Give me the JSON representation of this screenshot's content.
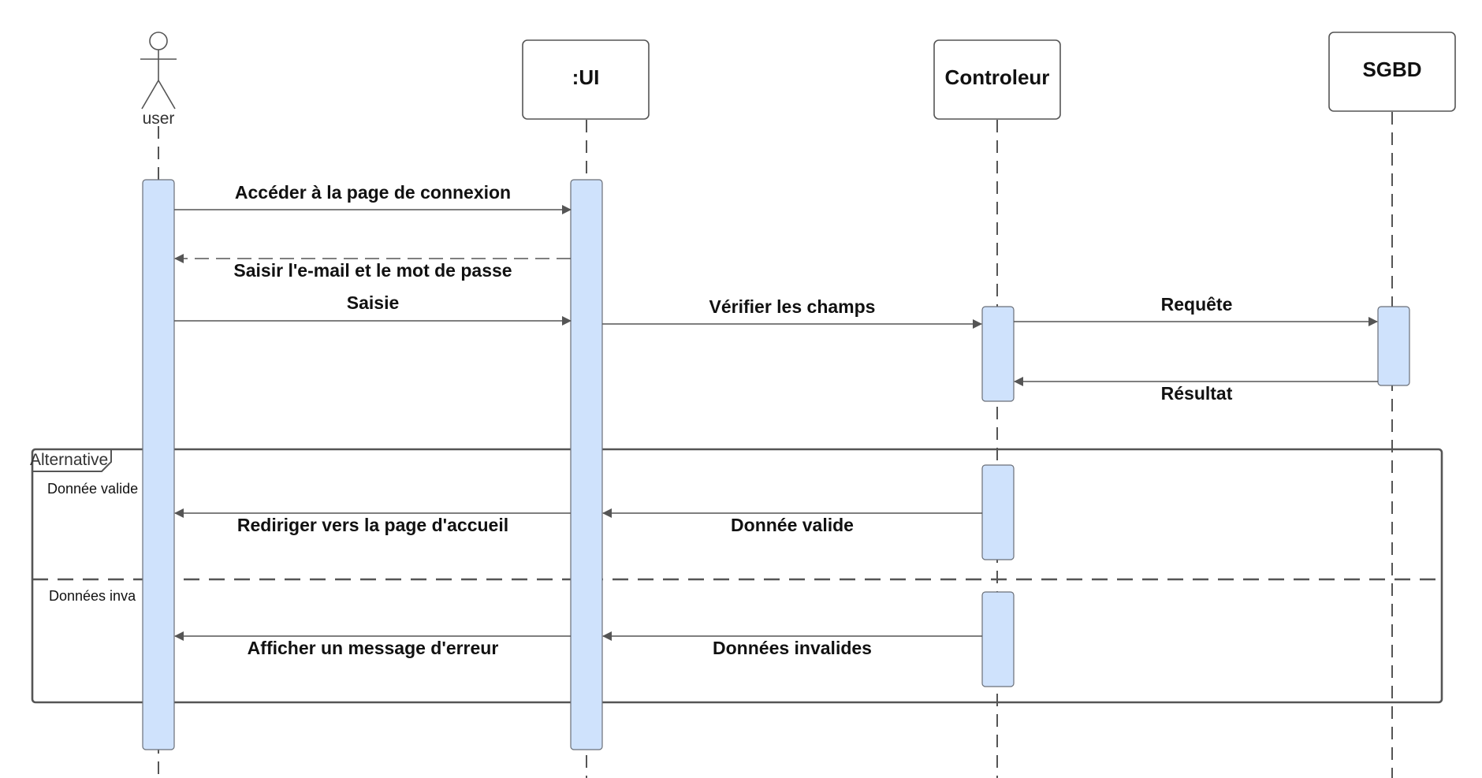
{
  "participants": {
    "user": {
      "label": "user",
      "kind": "actor"
    },
    "ui": {
      "label": ":UI"
    },
    "controller": {
      "label": "Controleur"
    },
    "dbms": {
      "label": "SGBD"
    }
  },
  "messages": {
    "m1": {
      "label": "Accéder à la page de connexion",
      "from": "user",
      "to": "ui",
      "style": "solid"
    },
    "m2": {
      "label": "Saisir l'e-mail et le mot de passe",
      "from": "ui",
      "to": "user",
      "style": "dashed"
    },
    "m3": {
      "label": "Saisie",
      "from": "user",
      "to": "ui",
      "style": "solid"
    },
    "m4": {
      "label": "Vérifier les champs",
      "from": "ui",
      "to": "controller",
      "style": "solid"
    },
    "m5": {
      "label": "Requête",
      "from": "controller",
      "to": "dbms",
      "style": "solid"
    },
    "m6": {
      "label": "Résultat",
      "from": "dbms",
      "to": "controller",
      "style": "solid"
    },
    "m7": {
      "label": "Donnée valide",
      "from": "controller",
      "to": "ui",
      "style": "solid"
    },
    "m8": {
      "label": "Rediriger vers la page d'accueil",
      "from": "ui",
      "to": "user",
      "style": "solid"
    },
    "m9": {
      "label": "Données invalides",
      "from": "controller",
      "to": "ui",
      "style": "solid"
    },
    "m10": {
      "label": "Afficher un message d'erreur",
      "from": "ui",
      "to": "user",
      "style": "solid"
    }
  },
  "fragment": {
    "label": "Alternative",
    "guard_1": "Donnée valide",
    "guard_2": "Données inva"
  },
  "colors": {
    "activation_fill": "#cfe2fc",
    "activation_stroke": "#6a6f78",
    "line": "#555555",
    "box_stroke": "#555555"
  }
}
